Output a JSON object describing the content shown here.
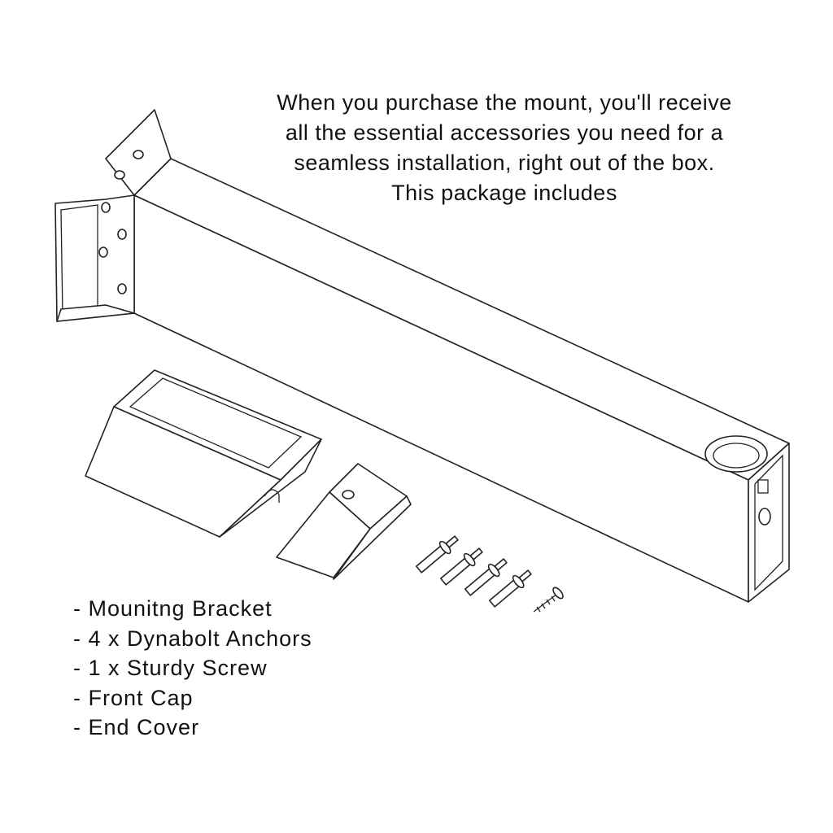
{
  "intro": {
    "lines": [
      "When you purchase the mount, you'll receive",
      "all the essential accessories you need for a",
      "seamless installation, right out of the box.",
      "This package includes"
    ]
  },
  "contents": {
    "items": [
      "- Mounitng Bracket",
      "- 4 x Dynabolt Anchors",
      "- 1 x Sturdy Screw",
      "- Front Cap",
      "- End Cover"
    ]
  }
}
